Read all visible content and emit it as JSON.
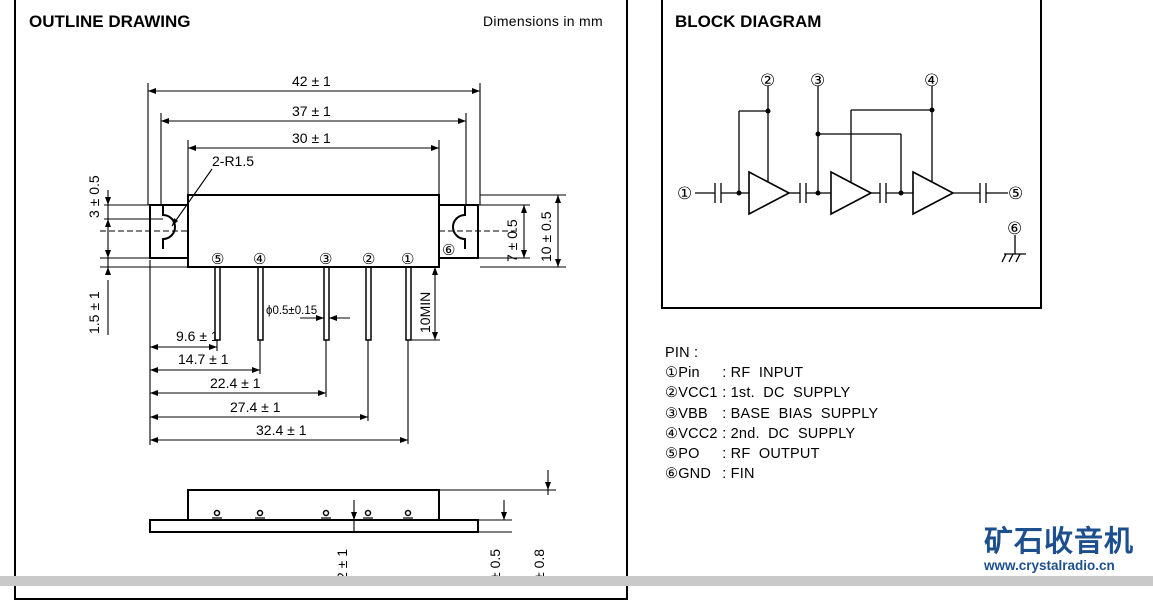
{
  "outline": {
    "title": "OUTLINE DRAWING",
    "units": "Dimensions  in  mm",
    "dims": {
      "d42": "42 ± 1",
      "d37": "37 ± 1",
      "d30": "30 ± 1",
      "radius": "2-R1.5",
      "d3": "3 ± 0.5",
      "d7": "7 ± 0.5",
      "d10": "10 ± 0.5",
      "d15": "1.5 ± 1",
      "d10min": "10MIN",
      "dia": "ϕ0.5±0.15",
      "d96": "9.6 ± 1",
      "d147": "14.7 ± 1",
      "d224": "22.4 ± 1",
      "d274": "27.4 ± 1",
      "d324": "32.4 ± 1",
      "side_a": "2 ± 1",
      "side_b": "± 0.5",
      "side_c": "± 0.8"
    },
    "pin_markers": [
      "⑤",
      "④",
      "③",
      "②",
      "①",
      "⑥"
    ]
  },
  "block": {
    "title": "BLOCK DIAGRAM",
    "nodes": [
      "①",
      "②",
      "③",
      "④",
      "⑤",
      "⑥"
    ]
  },
  "pins": {
    "heading": "PIN :",
    "items": [
      {
        "num": "①",
        "name": "Pin",
        "desc": ": RF  INPUT"
      },
      {
        "num": "②",
        "name": "VCC1",
        "desc": ": 1st.  DC  SUPPLY"
      },
      {
        "num": "③",
        "name": "VBB",
        "desc": ": BASE  BIAS  SUPPLY"
      },
      {
        "num": "④",
        "name": "VCC2",
        "desc": ": 2nd.  DC  SUPPLY"
      },
      {
        "num": "⑤",
        "name": "PO",
        "desc": ": RF  OUTPUT"
      },
      {
        "num": "⑥",
        "name": "GND",
        "desc": ": FIN"
      }
    ]
  },
  "watermark": {
    "chinese": "矿石收音机",
    "url": "www.crystalradio.cn"
  }
}
